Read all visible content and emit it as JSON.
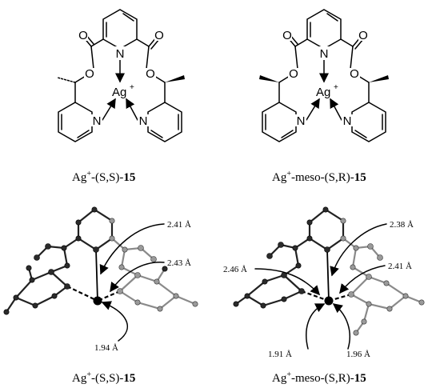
{
  "structures": {
    "left": {
      "atoms": {
        "n_pyridine_top": "N",
        "ag": "Ag",
        "ag_charge": "+",
        "o_left": "O",
        "o_right": "O",
        "o_carbonyl_left": "O",
        "o_carbonyl_right": "O",
        "n_pyridine_left": "N",
        "n_pyridine_right": "N"
      },
      "caption": {
        "prefix": "Ag",
        "charge": "+",
        "stereo": "-(S,S)-",
        "compound": "15"
      }
    },
    "right": {
      "atoms": {
        "n_pyridine_top": "N",
        "ag": "Ag",
        "ag_charge": "+",
        "o_left": "O",
        "o_right": "O",
        "o_carbonyl_left": "O",
        "o_carbonyl_right": "O",
        "n_pyridine_left": "N",
        "n_pyridine_right": "N"
      },
      "caption": {
        "prefix": "Ag",
        "charge": "+",
        "stereo": "-meso-(S,R)-",
        "compound": "15"
      }
    }
  },
  "crystal_structures": {
    "left": {
      "distances": {
        "d1": "2.41 Å",
        "d2": "2.43 Å",
        "d3": "1.94 Å"
      },
      "caption": {
        "prefix": "Ag",
        "charge": "+",
        "stereo": "-(S,S)-",
        "compound": "15"
      }
    },
    "right": {
      "distances": {
        "d1": "2.38 Å",
        "d2": "2.46 Å",
        "d3": "2.41 Å",
        "d4": "1.91 Å",
        "d5": "1.96 Å"
      },
      "caption": {
        "prefix": "Ag",
        "charge": "+",
        "stereo": "-meso-(S,R)-",
        "compound": "15"
      }
    }
  },
  "colors": {
    "line": "#000000",
    "atom_dark": "#2b2b2b",
    "atom_grey": "#9a9a9a"
  }
}
